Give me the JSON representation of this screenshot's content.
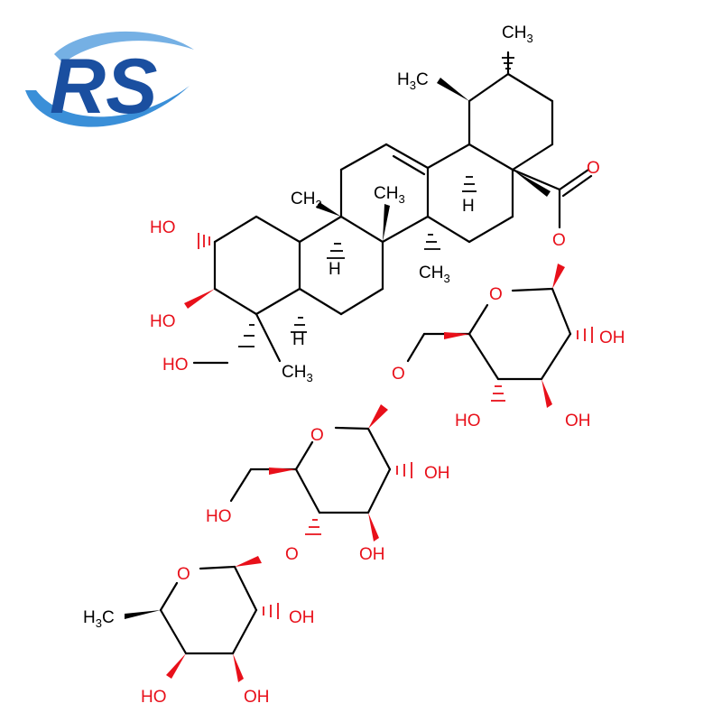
{
  "logo": {
    "text": "RS",
    "primary_color": "#1a4fa0",
    "swoosh_color": "#3a8fd8"
  },
  "colors": {
    "bond": "#000000",
    "oxygen": "#e8101a",
    "carbon_label": "#000000"
  },
  "labels": {
    "ch3": "CH",
    "three": "3",
    "h3c_h": "H",
    "h3c_c": "C",
    "h": "H",
    "ho": "HO",
    "oh": "OH",
    "o": "O"
  }
}
